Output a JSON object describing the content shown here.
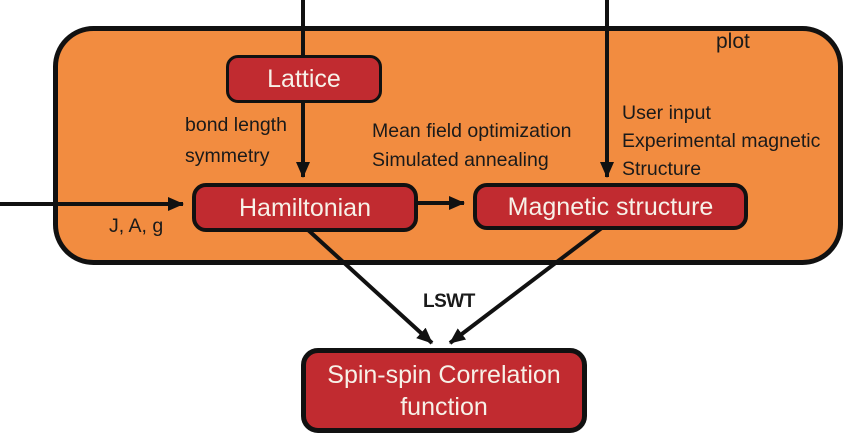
{
  "plot_region": {
    "label": "plot"
  },
  "nodes": {
    "lattice": "Lattice",
    "hamiltonian": "Hamiltonian",
    "magnetic_structure": "Magnetic structure",
    "spin_spin": {
      "line1": "Spin-spin Correlation",
      "line2": "function"
    }
  },
  "edge_labels": {
    "bond_length": "bond length",
    "symmetry": "symmetry",
    "mean_field": "Mean field optimization",
    "simulated_annealing": "Simulated annealing",
    "user_input": "User input",
    "experimental_magnetic": "Experimental magnetic",
    "structure": "Structure",
    "j_a_g": "J, A, g",
    "lswt": "LSWT"
  },
  "colors": {
    "region-fill": "#F28C40",
    "node-fill": "#C12B30",
    "stroke": "#111111",
    "node-text": "#F7F1E8",
    "label-text": "#1A1A1A"
  }
}
